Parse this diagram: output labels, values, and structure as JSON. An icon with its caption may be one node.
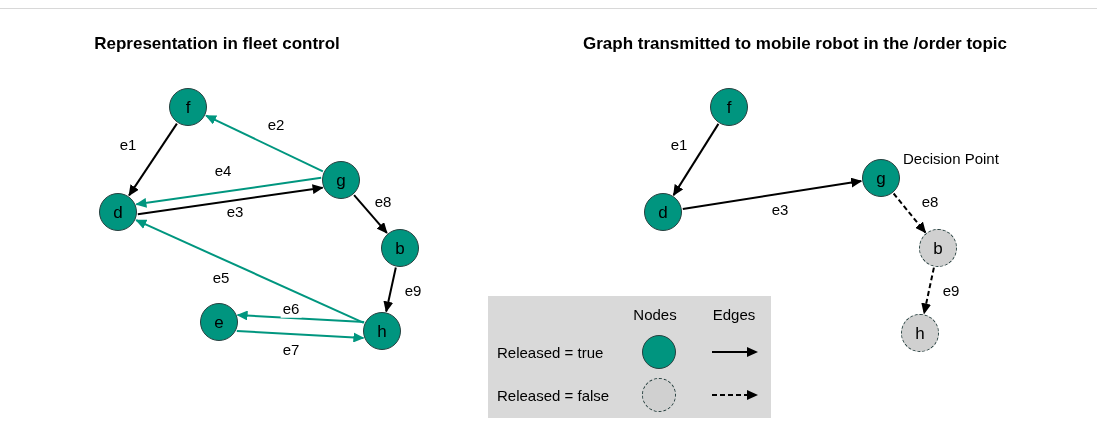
{
  "diagram": {
    "nodes": [
      {
        "text": [
          "f"
        ]
      },
      {
        "text": [
          "g"
        ]
      },
      {
        "text": [
          "d"
        ]
      },
      {
        "text": [
          "b"
        ]
      },
      {
        "text": [
          "e"
        ]
      },
      {
        "text": [
          "h"
        ]
      },
      {
        "text": [
          "f"
        ]
      },
      {
        "text": [
          "g"
        ],
        "beside": [
          "Decision Point"
        ]
      },
      {
        "text": [
          "d"
        ]
      },
      {
        "text": [
          "b"
        ]
      },
      {
        "text": [
          "h"
        ]
      }
    ],
    "edges": [
      {
        "from": 0,
        "to": 2,
        "arrow": "to",
        "label": "e1"
      },
      {
        "from": 1,
        "to": 0,
        "arrow": "to",
        "label": "e2",
        "color": "#00967f"
      },
      {
        "from": 2,
        "to": 1,
        "arrow": "to",
        "label": "e3"
      },
      {
        "from": 1,
        "to": 2,
        "arrow": "to",
        "label": "e4",
        "color": "#00967f"
      },
      {
        "from": 5,
        "to": 2,
        "arrow": "to",
        "label": "e5",
        "color": "#00967f"
      },
      {
        "from": 5,
        "to": 4,
        "arrow": "to",
        "label": "e6",
        "color": "#00967f"
      },
      {
        "from": 4,
        "to": 5,
        "arrow": "to",
        "label": "e7",
        "color": "#00967f"
      },
      {
        "from": 1,
        "to": 3,
        "arrow": "to",
        "label": "e8"
      },
      {
        "from": 3,
        "to": 5,
        "arrow": "to",
        "label": "e9"
      },
      {
        "from": 6,
        "to": 8,
        "arrow": "to",
        "label": "e1"
      },
      {
        "from": 8,
        "to": 7,
        "arrow": "to",
        "label": "e3"
      },
      {
        "from": 7,
        "to": 9,
        "arrow": "to",
        "label": "e8",
        "style": "dashed"
      },
      {
        "from": 9,
        "to": 10,
        "arrow": "to",
        "label": "e9",
        "style": "dashed"
      }
    ],
    "labels": [
      "Representation in fleet control",
      "Graph transmitted to mobile robot in the /order topic",
      "Nodes",
      "Edges"
    ],
    "legend": [
      {
        "text": "Released = true"
      },
      {
        "text": "Released = false"
      }
    ]
  }
}
